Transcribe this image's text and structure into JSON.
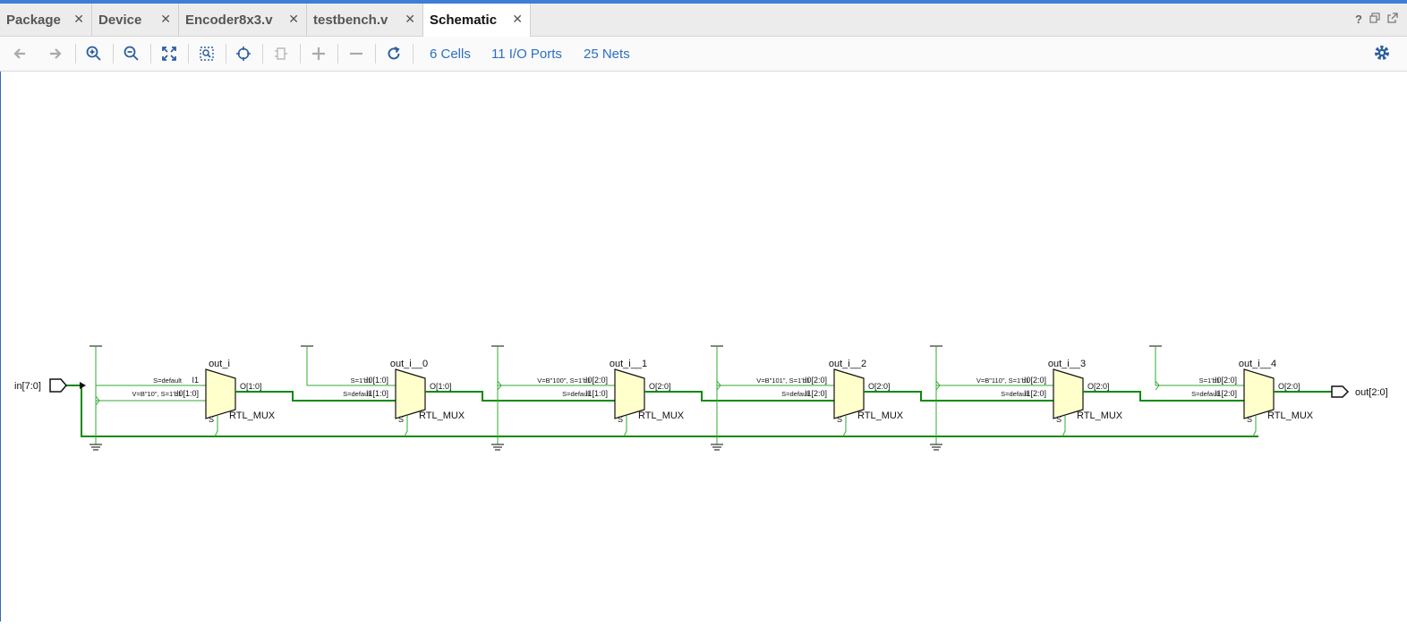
{
  "tabs": [
    {
      "label": "Package"
    },
    {
      "label": "Device"
    },
    {
      "label": "Encoder8x3.v"
    },
    {
      "label": "testbench.v"
    },
    {
      "label": "Schematic"
    }
  ],
  "window_controls": {
    "help": "?"
  },
  "toolbar": {
    "cells": "6 Cells",
    "io_ports": "11 I/O Ports",
    "nets": "25 Nets"
  },
  "colors": {
    "net": "#0b8a0b",
    "net_light": "#33aa33",
    "mux_fill": "#ffffcc",
    "link": "#2b6fc4"
  },
  "schematic": {
    "input_port": "in[7:0]",
    "output_port": "out[2:0]",
    "mux_type": "RTL_MUX",
    "sel_pin": "S",
    "muxes": [
      {
        "name": "out_i",
        "in_top": "I1",
        "in_bot": "I0[1:0]",
        "out": "O[1:0]",
        "cond_top": "S=default",
        "cond_bot": "V=B\"10\", S=1'b1"
      },
      {
        "name": "out_i__0",
        "in_top": "I0[1:0]",
        "in_bot": "I1[1:0]",
        "out": "O[1:0]",
        "cond_top": "S=1'b1",
        "cond_bot": "S=default"
      },
      {
        "name": "out_i__1",
        "in_top": "I0[2:0]",
        "in_bot": "I1[1:0]",
        "out": "O[2:0]",
        "cond_top": "V=B\"100\", S=1'b1",
        "cond_bot": "S=default"
      },
      {
        "name": "out_i__2",
        "in_top": "I0[2:0]",
        "in_bot": "I1[2:0]",
        "out": "O[2:0]",
        "cond_top": "V=B\"101\", S=1'b1",
        "cond_bot": "S=default"
      },
      {
        "name": "out_i__3",
        "in_top": "I0[2:0]",
        "in_bot": "I1[2:0]",
        "out": "O[2:0]",
        "cond_top": "V=B\"110\", S=1'b1",
        "cond_bot": "S=default"
      },
      {
        "name": "out_i__4",
        "in_top": "I0[2:0]",
        "in_bot": "I1[2:0]",
        "out": "O[2:0]",
        "cond_top": "S=1'b1",
        "cond_bot": "S=default"
      }
    ]
  }
}
